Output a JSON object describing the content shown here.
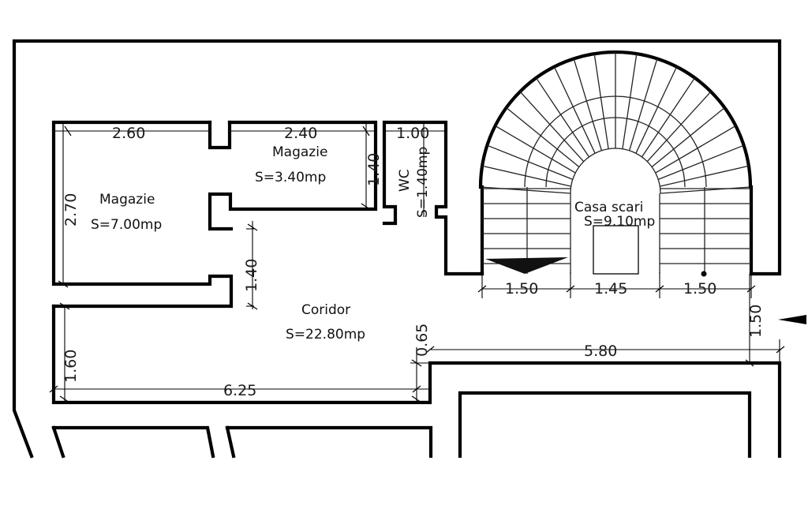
{
  "rooms": {
    "magazie_large": {
      "name": "Magazie",
      "area": "S=7.00mp"
    },
    "magazie_small": {
      "name": "Magazie",
      "area": "S=3.40mp"
    },
    "wc": {
      "name": "WC",
      "area": "S=1.40mp"
    },
    "casa_scari": {
      "name": "Casa scari",
      "area": "S=9.10mp"
    },
    "coridor": {
      "name": "Coridor",
      "area": "S=22.80mp"
    }
  },
  "dimensions": {
    "magazie_large_width": "2.60",
    "magazie_large_height": "2.70",
    "magazie_small_width": "2.40",
    "magazie_small_height": "1.40",
    "wc_width": "1.00",
    "door_gap": "1.40",
    "stair_left": "1.50",
    "stair_mid": "1.45",
    "stair_right": "1.50",
    "stair_side": "1.50",
    "step_height": "0.65",
    "corridor_right": "5.80",
    "corridor_left_height": "1.60",
    "corridor_bottom": "6.25"
  }
}
